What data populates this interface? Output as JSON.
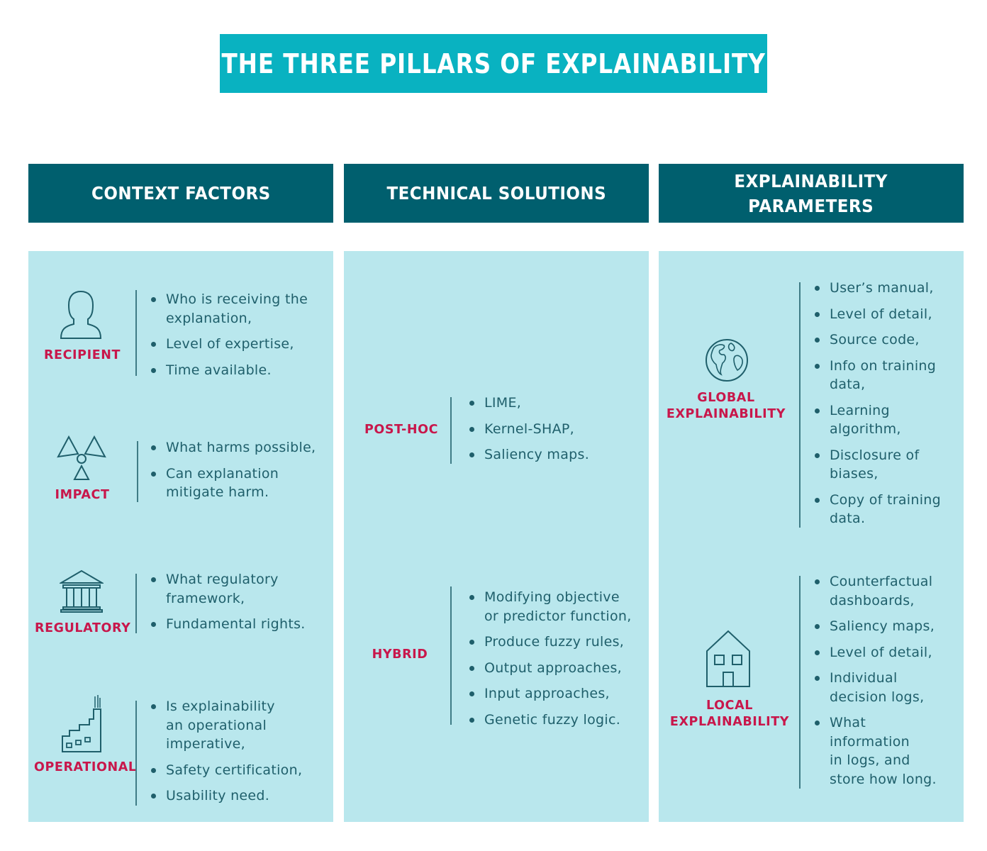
{
  "title": "THE THREE PILLARS OF EXPLAINABILITY",
  "columns": [
    {
      "header": "CONTEXT FACTORS",
      "groups": [
        {
          "label": "RECIPIENT",
          "icon": "person-icon",
          "items": [
            "Who is receiving the\nexplanation,",
            "Level of expertise,",
            "Time available."
          ]
        },
        {
          "label": "IMPACT",
          "icon": "radiation-icon",
          "items": [
            "What harms possible,",
            "Can explanation\nmitigate harm."
          ]
        },
        {
          "label": "REGULATORY",
          "icon": "courthouse-icon",
          "items": [
            "What regulatory\nframework,",
            "Fundamental rights."
          ]
        },
        {
          "label": "OPERATIONAL",
          "icon": "factory-icon",
          "items": [
            "Is explainability\nan operational\nimperative,",
            "Safety certification,",
            "Usability need."
          ]
        }
      ]
    },
    {
      "header": "TECHNICAL SOLUTIONS",
      "groups": [
        {
          "label": "POST-HOC",
          "items": [
            "LIME,",
            "Kernel-SHAP,",
            "Saliency maps."
          ]
        },
        {
          "label": "HYBRID",
          "items": [
            "Modifying objective\nor predictor function,",
            "Produce fuzzy rules,",
            "Output approaches,",
            "Input approaches,",
            "Genetic fuzzy logic."
          ]
        }
      ]
    },
    {
      "header": "EXPLAINABILITY\nPARAMETERS",
      "groups": [
        {
          "label": "GLOBAL\nEXPLAINABILITY",
          "icon": "globe-icon",
          "items": [
            "User’s manual,",
            "Level of detail,",
            "Source code,",
            "Info on training\ndata,",
            "Learning\nalgorithm,",
            "Disclosure of\nbiases,",
            "Copy of training\ndata."
          ]
        },
        {
          "label": "LOCAL\nEXPLAINABILITY",
          "icon": "house-icon",
          "items": [
            "Counterfactual\ndashboards,",
            "Saliency maps,",
            "Level of detail,",
            "Individual\ndecision logs,",
            "What\ninformation\nin logs, and\nstore how long."
          ]
        }
      ]
    }
  ],
  "colors": {
    "title_bg": "#09b2c1",
    "header_bg": "#005f6e",
    "panel_bg": "#b9e7ed",
    "label": "#c8174b",
    "text": "#1f5f6b"
  }
}
